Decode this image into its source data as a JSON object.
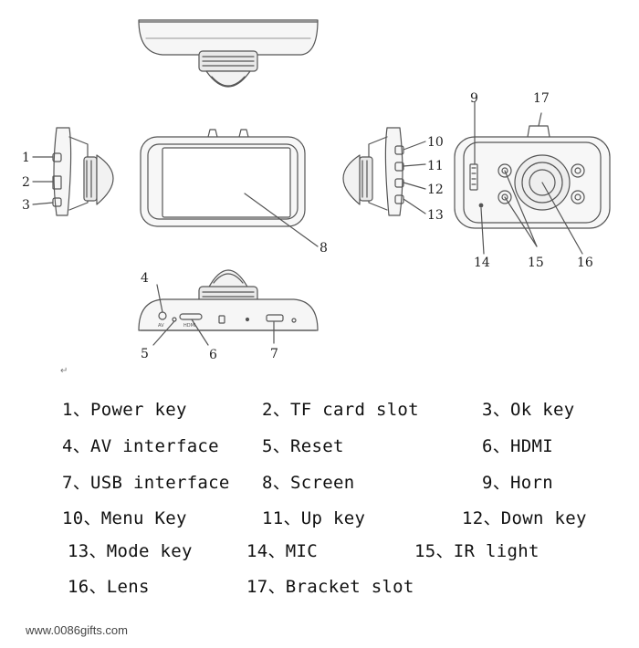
{
  "callouts": {
    "c1": "1",
    "c2": "2",
    "c3": "3",
    "c4": "4",
    "c5": "5",
    "c6": "6",
    "c7": "7",
    "c8": "8",
    "c9": "9",
    "c10": "10",
    "c11": "11",
    "c12": "12",
    "c13": "13",
    "c14": "14",
    "c15": "15",
    "c16": "16",
    "c17": "17"
  },
  "port_labels": {
    "av": "AV",
    "hdmi": "HDMI"
  },
  "legend": {
    "l1": "1、Power key",
    "l2": "2、TF card slot",
    "l3": "3、Ok key",
    "l4": "4、AV interface",
    "l5": "5、Reset",
    "l6": "6、HDMI",
    "l7": "7、USB interface",
    "l8": "8、Screen",
    "l9": "9、Horn",
    "l10": "10、Menu Key",
    "l11": "11、Up key",
    "l12": "12、Down key",
    "l13": "13、Mode key",
    "l14": "14、MIC",
    "l15": "15、IR light",
    "l16": "16、Lens",
    "l17": "17、Bracket slot"
  },
  "return_mark": "↵",
  "footer": {
    "website": "www.0086gifts.com"
  }
}
